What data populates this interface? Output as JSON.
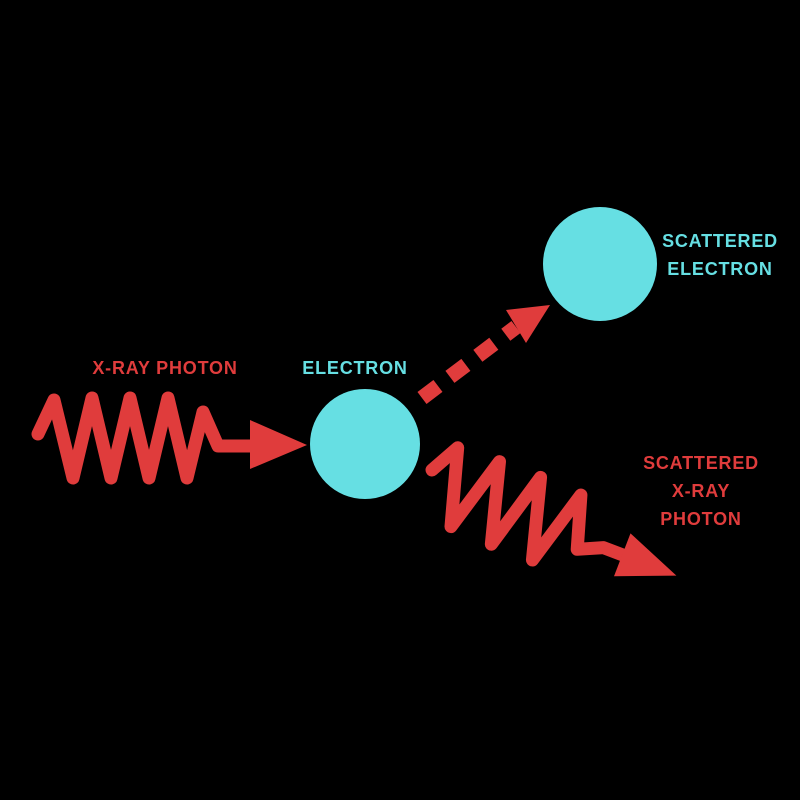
{
  "diagram": {
    "colors": {
      "background": "#000000",
      "photon_red": "#e03c3c",
      "electron_cyan": "#66dfe3"
    },
    "labels": {
      "incoming_photon": "X-RAY PHOTON",
      "electron": "ELECTRON",
      "scattered_electron": [
        "SCATTERED",
        "ELECTRON"
      ],
      "scattered_photon": [
        "SCATTERED",
        "X-RAY",
        "PHOTON"
      ]
    }
  }
}
